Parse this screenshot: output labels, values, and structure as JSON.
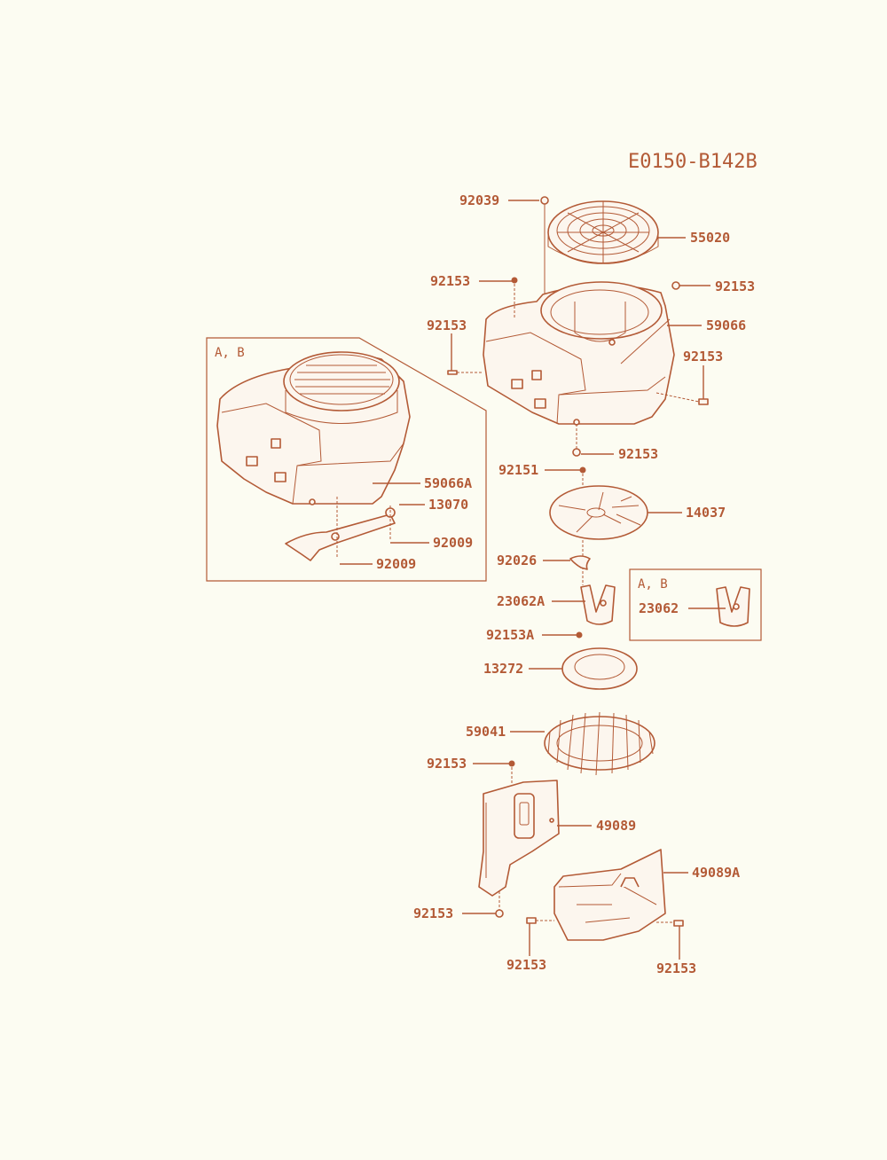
{
  "diagram_id": "E0150-B142B",
  "inset_main": {
    "label": "A, B"
  },
  "inset_small": {
    "label": "A, B"
  },
  "parts": {
    "p92039": "92039",
    "p55020": "55020",
    "p92153_a": "92153",
    "p92153_b": "92153",
    "p92153_c": "92153",
    "p59066": "59066",
    "p92153_d": "92153",
    "p92153_e": "92153",
    "p59066A": "59066A",
    "p13070": "13070",
    "p92009_a": "92009",
    "p92009_b": "92009",
    "p92151": "92151",
    "p14037": "14037",
    "p92026": "92026",
    "p23062A": "23062A",
    "p23062": "23062",
    "p92153A": "92153A",
    "p13272": "13272",
    "p59041": "59041",
    "p92153_f": "92153",
    "p49089": "49089",
    "p49089A": "49089A",
    "p92153_g": "92153",
    "p92153_h": "92153",
    "p92153_i": "92153"
  },
  "colors": {
    "line": "#b35a36",
    "background": "#fcfcf2"
  }
}
